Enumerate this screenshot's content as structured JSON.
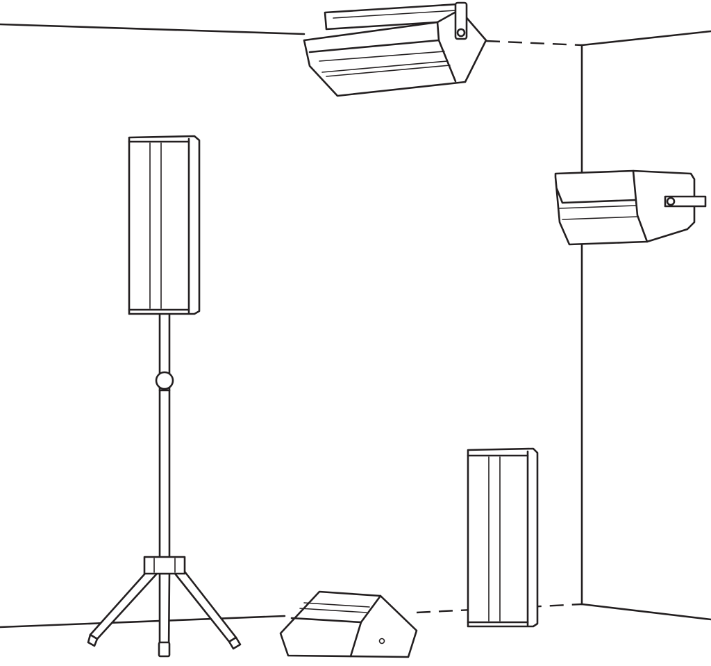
{
  "colors": {
    "line": "#231f20",
    "background": "#ffffff"
  },
  "scene": {
    "room": "room-corner-outline",
    "items": [
      {
        "name": "ceiling-speaker-on-bracket"
      },
      {
        "name": "wall-mounted-speaker"
      },
      {
        "name": "column-speaker-on-tripod-stand"
      },
      {
        "name": "floor-monitor-wedge-speaker"
      },
      {
        "name": "floor-column-speaker"
      }
    ]
  }
}
